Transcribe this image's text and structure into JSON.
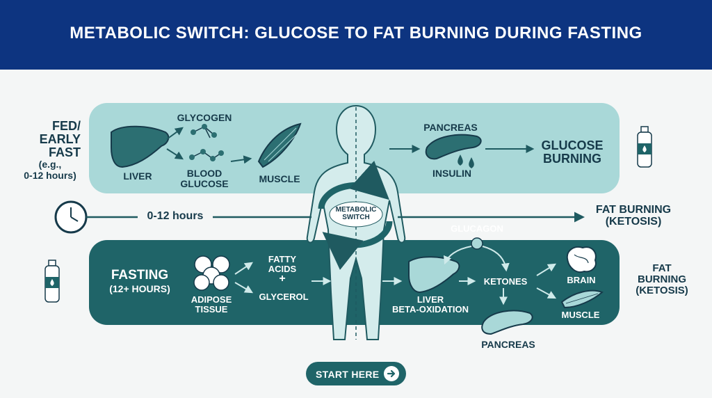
{
  "header": {
    "title": "METABOLIC SWITCH: GLUCOSE TO FAT BURNING DURING FASTING"
  },
  "fed": {
    "label_line1": "FED/",
    "label_line2": "EARLY",
    "label_line3": "FAST",
    "label_line4": "(e.g.,",
    "label_line5": "0-12 hours)",
    "liver": "LIVER",
    "glycogen": "GLYCOGEN",
    "blood_glucose_line1": "BLOOD",
    "blood_glucose_line2": "GLUCOSE",
    "muscle": "MUSCLE",
    "pancreas": "PANCREAS",
    "insulin": "INSULIN",
    "result_line1": "GLUCOSE",
    "result_line2": "BURNING"
  },
  "timeline": {
    "label": "0-12 hours",
    "switch_line1": "METABOLIC",
    "switch_line2": "SWITCH",
    "end_line1": "FAT BURNING",
    "end_line2": "(KETOSIS)"
  },
  "fasting": {
    "label_line1": "FASTING",
    "label_line2": "(12+ HOURS)",
    "adipose_line1": "ADIPOSE",
    "adipose_line2": "TISSUE",
    "fatty_acids_line1": "FATTY",
    "fatty_acids_line2": "ACIDS",
    "plus": "+",
    "glycerol": "GLYCEROL",
    "liver_line1": "LIVER",
    "liver_line2": "BETA-OXIDATION",
    "glucagon": "GLUCAGON",
    "ketones": "KETONES",
    "brain": "BRAIN",
    "muscle": "MUSCLE",
    "pancreas": "PANCREAS",
    "result_line1": "FAT",
    "result_line2": "BURNING",
    "result_line3": "(KETOSIS)"
  },
  "cta": {
    "label": "START HERE"
  },
  "colors": {
    "header": "#0d3480",
    "fed_panel": "#a9d8d8",
    "fasting_panel": "#1f6468",
    "text_dark": "#163a4a"
  }
}
